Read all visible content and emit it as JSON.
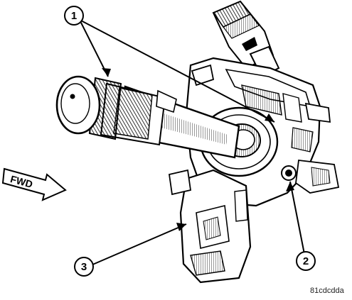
{
  "direction_label": "FWD",
  "callouts": [
    "1",
    "2",
    "3"
  ],
  "figure_id": "81cdcdda"
}
